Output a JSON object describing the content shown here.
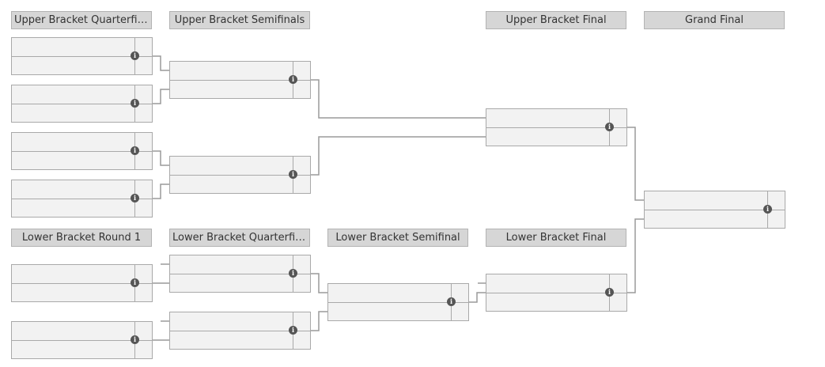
{
  "rounds": {
    "ubqf": "Upper Bracket Quarterfinals",
    "ubsf": "Upper Bracket Semifinals",
    "ubf": "Upper Bracket Final",
    "gf": "Grand Final",
    "lbr1": "Lower Bracket Round 1",
    "lbqf": "Lower Bracket Quarterfinals",
    "lbsf": "Lower Bracket Semifinal",
    "lbf": "Lower Bracket Final"
  },
  "icons": {
    "match_info": "info-icon",
    "info_glyph": "i"
  }
}
